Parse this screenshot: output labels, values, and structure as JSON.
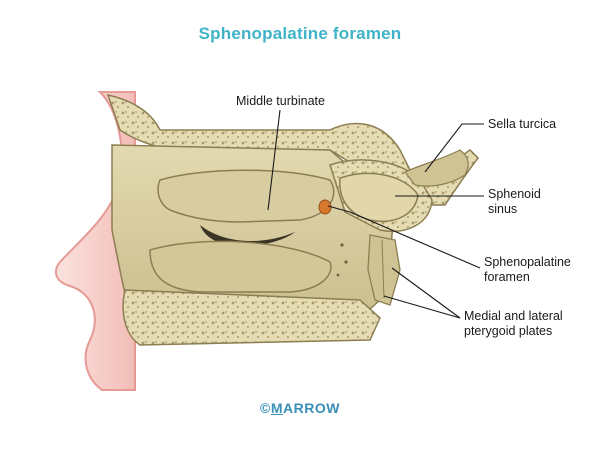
{
  "title": "Sphenopalatine foramen",
  "labels": {
    "middle_turbinate": "Middle turbinate",
    "sella_turcica": "Sella turcica",
    "sphenoid_sinus_line1": "Sphenoid",
    "sphenoid_sinus_line2": "sinus",
    "sphenopalatine_line1": "Sphenopalatine",
    "sphenopalatine_line2": "foramen",
    "pterygoid_line1": "Medial and lateral",
    "pterygoid_line2": "pterygoid plates"
  },
  "watermark": "MARROW",
  "copyright": {
    "symbol": "©",
    "brand_first": "M",
    "brand_rest": "ARROW"
  },
  "colors": {
    "title": "#3fb3c7",
    "bone": "#d9cfa4",
    "bone_dark": "#b8ab7c",
    "cancellous": "#cdbf8e",
    "skin": "#f4c9c4",
    "skin_edge": "#e59a95",
    "foramen": "#d7782f",
    "brand": "#3a8fb7"
  }
}
